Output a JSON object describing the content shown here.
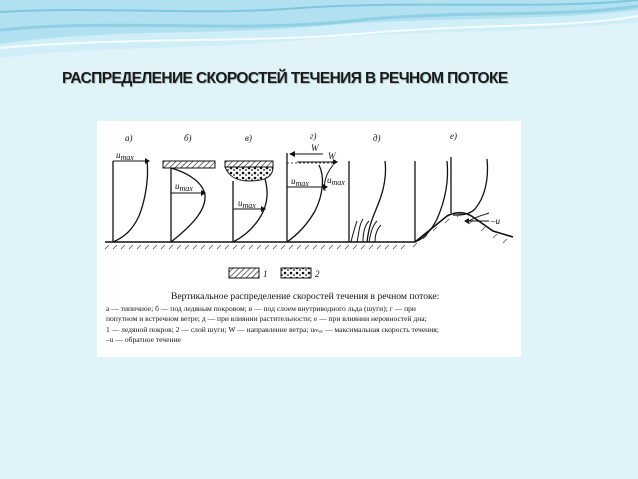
{
  "slide": {
    "title": "РАСПРЕДЕЛЕНИЕ СКОРОСТЕЙ ТЕЧЕНИЯ В РЕЧНОМ ПОТОКЕ",
    "background_color": "#dff3f8",
    "wave_color": "#7fc8de"
  },
  "figure": {
    "panel_labels": [
      "а)",
      "б)",
      "в)",
      "г)",
      "д)",
      "е)"
    ],
    "umax_label": "u",
    "umax_sub": "max",
    "wind_label": "W",
    "reverse_flow_label": "–u",
    "legend": [
      {
        "num": "1",
        "meaning": "ледяной покров"
      },
      {
        "num": "2",
        "meaning": "слой шуги"
      }
    ],
    "caption_title": "Вертикальное распределение скоростей течения в речном потоке:",
    "caption_lines": [
      "а — типичное; б — под ледяным покровом; в — под слоем внутриводного льда (шуги); г — при",
      "попутном и встречном ветре; д — при влиянии растительности; е — при влиянии неровностей дна;",
      "1 — ледяной покров; 2 — слой шуги; W — направление ветра; uₘₐₓ — максимальная скорость течения;",
      "–u — обратное течение"
    ]
  }
}
